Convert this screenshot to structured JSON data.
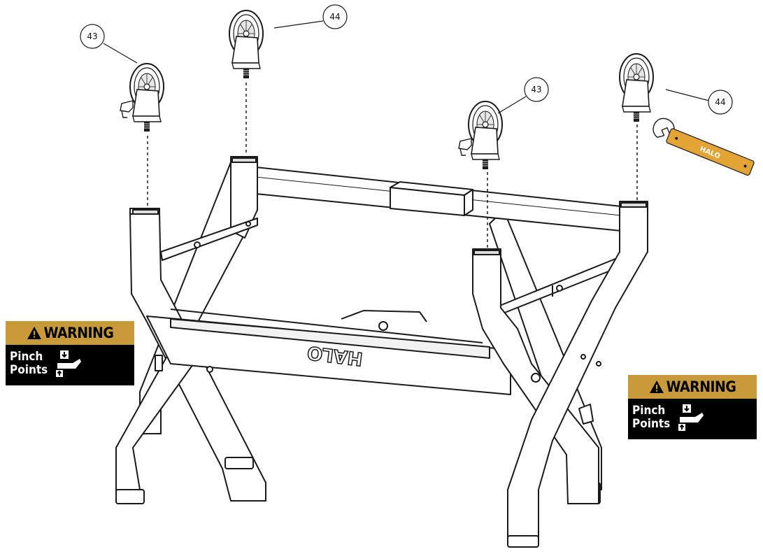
{
  "callouts": [
    {
      "id": "a",
      "label": "43"
    },
    {
      "id": "b",
      "label": "44"
    },
    {
      "id": "c",
      "label": "43"
    },
    {
      "id": "d",
      "label": "44"
    }
  ],
  "frame_logo": "HALO",
  "wrench_logo": "HALO",
  "warnings": [
    {
      "title": "WARNING",
      "line1": "Pinch",
      "line2": "Points"
    },
    {
      "title": "WARNING",
      "line1": "Pinch",
      "line2": "Points"
    }
  ],
  "colors": {
    "warning_gold": "#c99a3a",
    "warning_black": "#000000",
    "wrench_orange": "#e3a435",
    "line": "#1a1a1a"
  }
}
